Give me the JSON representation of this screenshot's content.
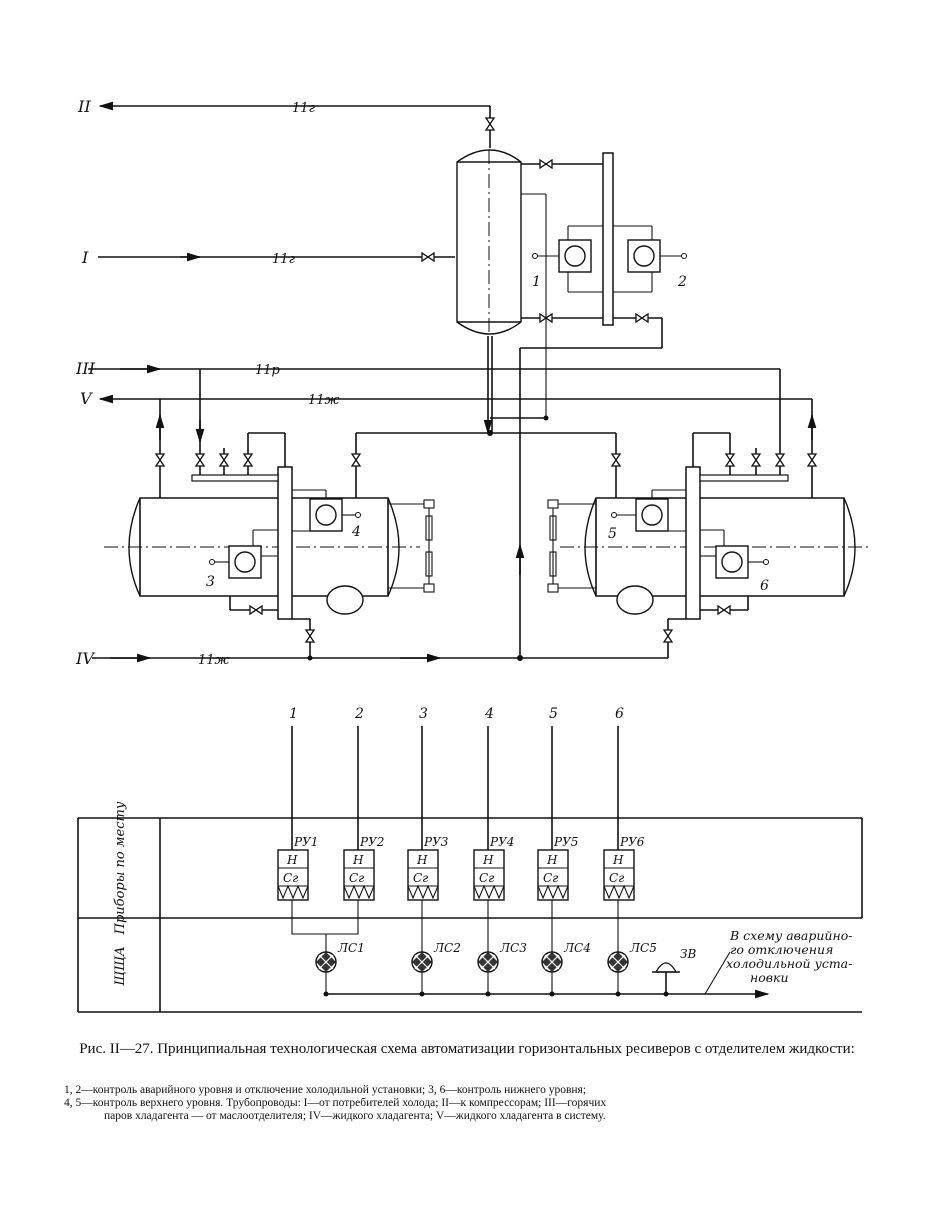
{
  "pipelines": {
    "roman": [
      "I",
      "II",
      "III",
      "IV",
      "V"
    ],
    "codes": {
      "p11g_top": "11г",
      "p11g_mid": "11г",
      "p11r": "11р",
      "p11zh_upper": "11ж",
      "p11zh_lower": "11ж"
    }
  },
  "sensors": [
    "1",
    "2",
    "3",
    "4",
    "5",
    "6"
  ],
  "columns": [
    "1",
    "2",
    "3",
    "4",
    "5",
    "6"
  ],
  "row_labels": {
    "field": "Приборы по месту",
    "panel": "ЩЩА"
  },
  "level_relays": [
    "РУ1",
    "РУ2",
    "РУ3",
    "РУ4",
    "РУ5",
    "РУ6"
  ],
  "relay_cell_top": "Н",
  "relay_cell_mid": "Сг",
  "lamps": [
    "ЛС1",
    "ЛС2",
    "ЛС3",
    "ЛС4",
    "ЛС5"
  ],
  "bell": "ЗВ",
  "scheme_note": [
    "В схему аварийно-",
    "го отключения",
    "холодильной уста-",
    "новки"
  ],
  "caption": "Рис. II—27. Принципиальная технологическая схема автоматизации горизонтальных ресиверов с отделителем жидкости:",
  "legend": [
    "1, 2—контроль аварийного уровня и отключение холодильной установки; 3, 6—контроль нижнего уровня;",
    "4, 5—контроль верхнего уровня. Трубопроводы: I—от потребителей холода; II—к компрессорам; III—горячих",
    "паров хладагента — от маслоотделителя; IV—жидкого хладагента; V—жидкого хладагента в систему."
  ]
}
